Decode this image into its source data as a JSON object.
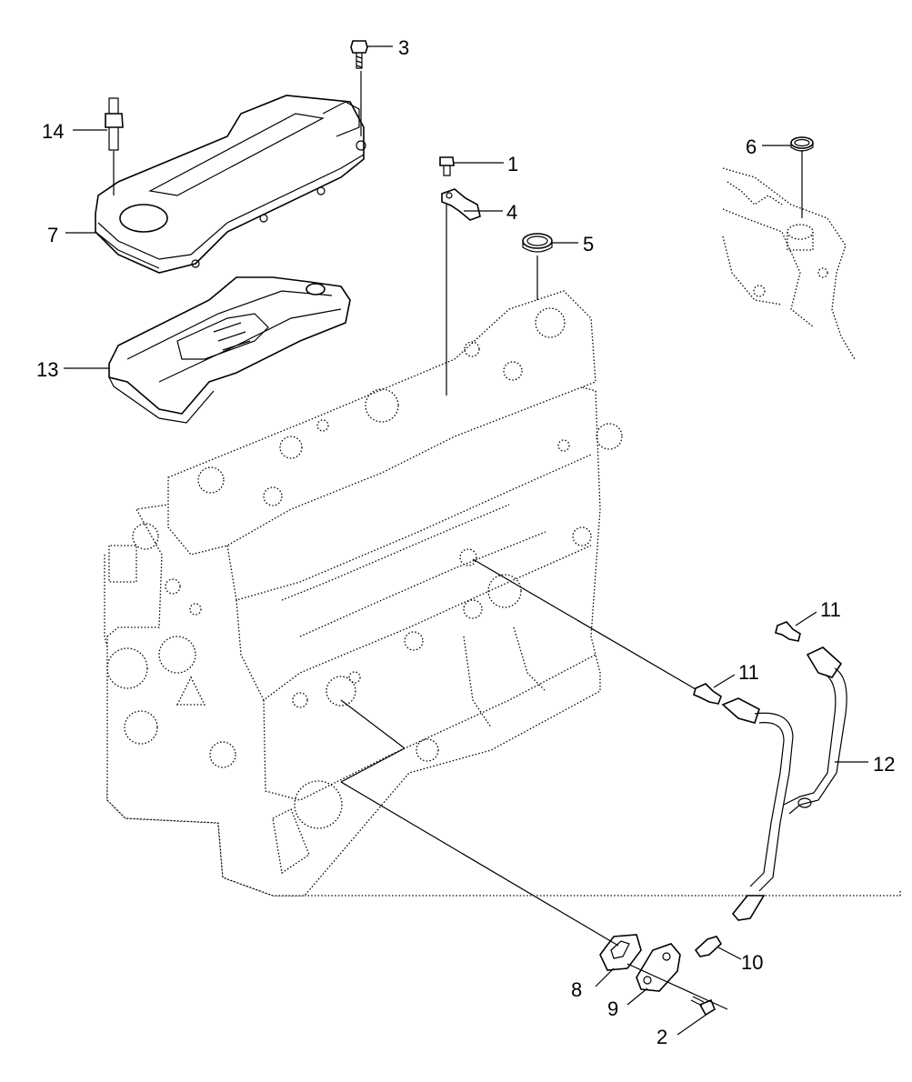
{
  "callouts": {
    "c1": "1",
    "c2": "2",
    "c3": "3",
    "c4": "4",
    "c5": "5",
    "c6": "6",
    "c7": "7",
    "c8": "8",
    "c9": "9",
    "c10": "10",
    "c11a": "11",
    "c11b": "11",
    "c12": "12",
    "c13": "13",
    "c14": "14"
  },
  "colors": {
    "line": "#000000",
    "background": "#ffffff"
  }
}
